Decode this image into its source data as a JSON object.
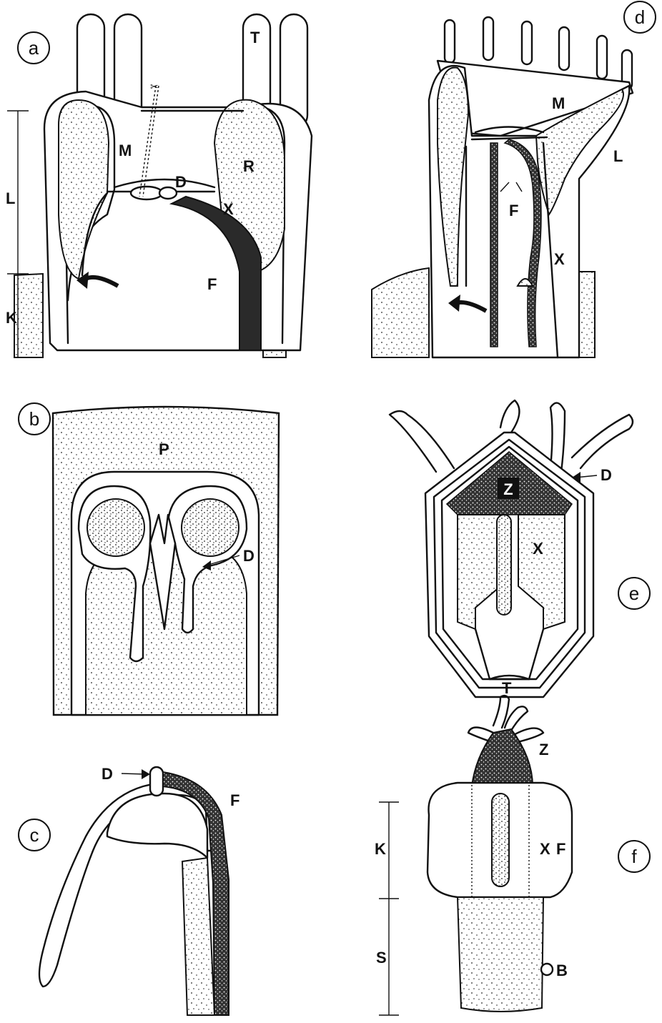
{
  "panels": {
    "a": {
      "letter": "a",
      "labels": {
        "T": "T",
        "M": "M",
        "D": "D",
        "R": "R",
        "X": "X",
        "F": "F",
        "L": "L",
        "K": "K"
      }
    },
    "b": {
      "letter": "b",
      "labels": {
        "P": "P",
        "D": "D"
      }
    },
    "c": {
      "letter": "c",
      "labels": {
        "D": "D",
        "F": "F"
      }
    },
    "d": {
      "letter": "d",
      "labels": {
        "M": "M",
        "L": "L",
        "F": "F",
        "X": "X"
      }
    },
    "e": {
      "letter": "e",
      "labels": {
        "Z": "Z",
        "D": "D",
        "X": "X"
      }
    },
    "f": {
      "letter": "f",
      "labels": {
        "T": "T",
        "Z": "Z",
        "K": "K",
        "X": "X",
        "F": "F",
        "S": "S",
        "B": "B"
      }
    }
  },
  "colors": {
    "ink": "#111111",
    "dark_fill": "#2a2a2a",
    "paper": "#ffffff"
  }
}
